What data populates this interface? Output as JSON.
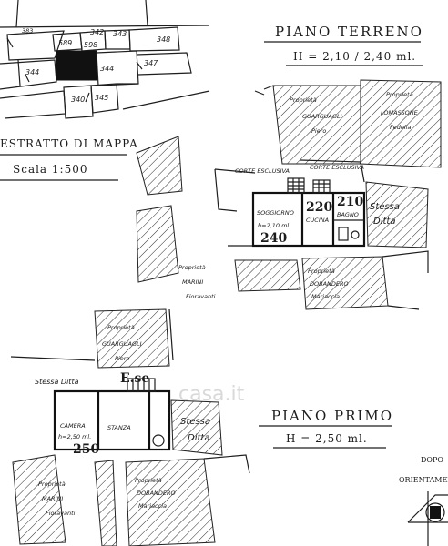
{
  "cadastral": {
    "parcels": [
      "383",
      "589",
      "598",
      "342",
      "343",
      "348",
      "344",
      "344",
      "347",
      "340",
      "345"
    ],
    "title": "ESTRATTO DI MAPPA",
    "scale": "Scala 1:500"
  },
  "ground_floor": {
    "title": "PIANO TERRENO",
    "height": "H = 2,10 / 2,40 ml.",
    "neighbors": {
      "north_left": [
        "Proprietà",
        "GUARGUAGLI",
        "Piero"
      ],
      "north_right": [
        "Proprietà",
        "LOMASSONE",
        "Fedella"
      ],
      "east": [
        "Stessa",
        "Ditta"
      ],
      "south": [
        "Proprietà",
        "DOBANDERO",
        "Mariaccia"
      ],
      "west": [
        "Proprietà",
        "MARINI",
        "Fioravanti"
      ]
    },
    "courts": [
      "CORTE ESCLUSIVA",
      "CORTE ESCLUSIVA"
    ],
    "rooms": [
      {
        "name": "SOGGIORNO",
        "height": "h=2,10 ml.",
        "area": "240"
      },
      {
        "name": "CUCINA",
        "height": "",
        "area": "220"
      },
      {
        "name": "BAGNO",
        "height": "",
        "area": "210"
      }
    ]
  },
  "first_floor": {
    "title": "PIANO PRIMO",
    "height": "H = 2,50 ml.",
    "same_owner": "Stessa Ditta",
    "ese": "E.se",
    "neighbors": {
      "north": [
        "Proprietà",
        "GUARGUAGLI",
        "Piero"
      ],
      "east": [
        "Stessa",
        "Ditta"
      ],
      "south": [
        "Proprietà",
        "DOBANDERO",
        "Mariaccia"
      ],
      "west": [
        "Proprietà",
        "MARINI",
        "Fioravanti"
      ]
    },
    "rooms": [
      {
        "name": "CAMERA",
        "height": "h=2,50 ml.",
        "area": "250"
      },
      {
        "name": "STANZA",
        "height": "",
        "area": ""
      }
    ]
  },
  "watermark": "casa.it",
  "legend": {
    "orientation": "ORIENTAMENTO",
    "corner": "DOPO"
  }
}
